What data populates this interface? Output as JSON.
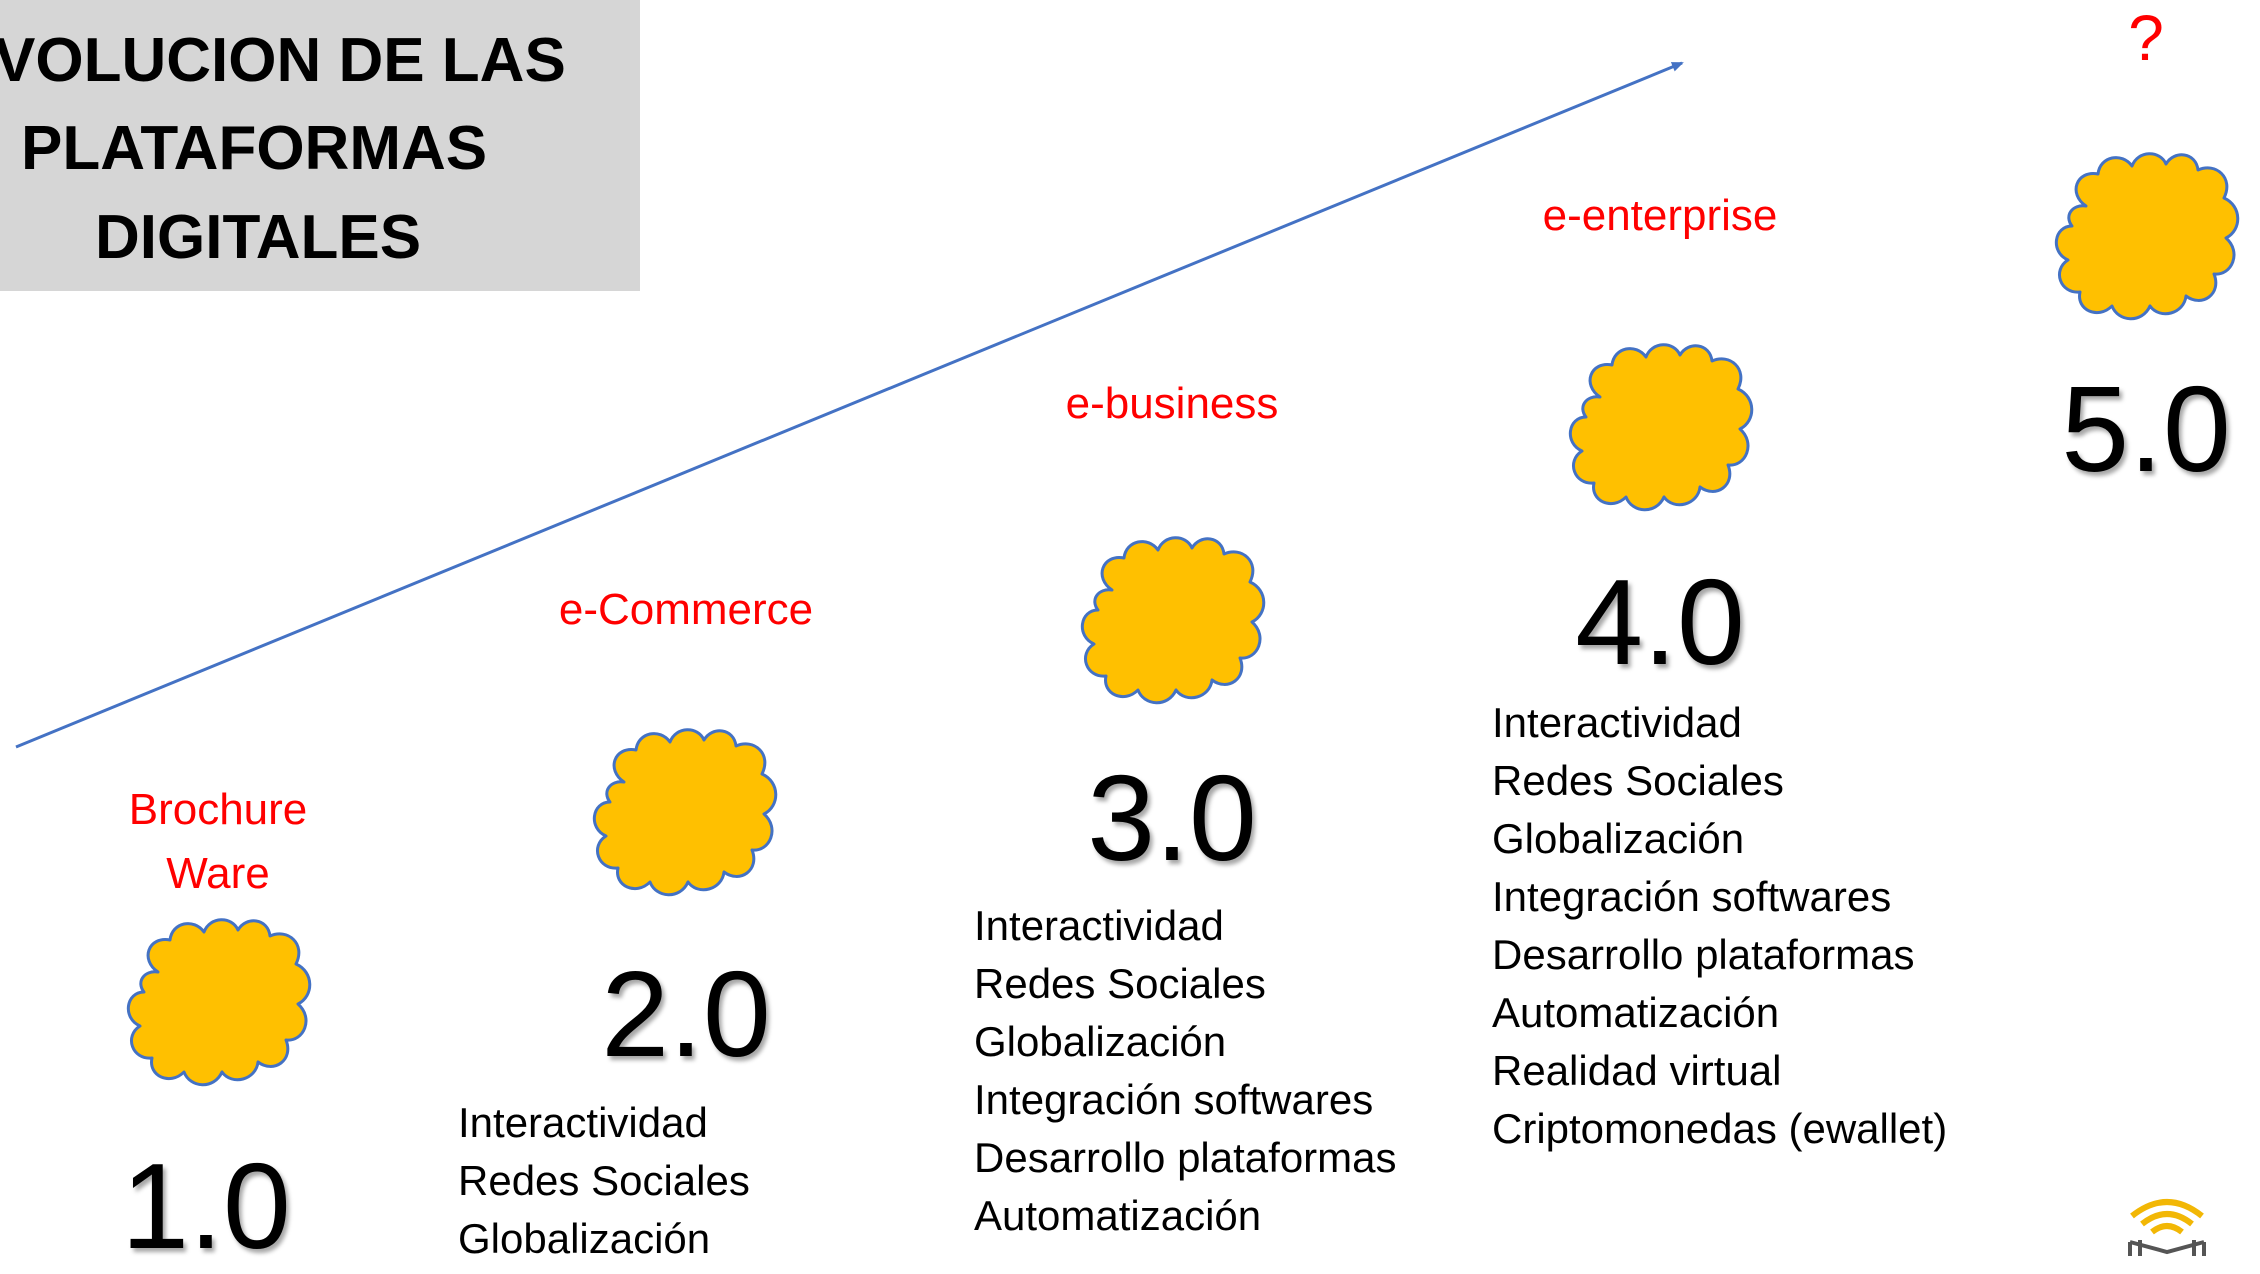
{
  "title": {
    "lines": [
      "VOLUCION DE LAS",
      "PLATAFORMAS",
      "DIGITALES"
    ]
  },
  "colors": {
    "stage_label": "#ff0000",
    "cloud_fill": "#ffc000",
    "cloud_stroke": "#4472c4",
    "arrow": "#4472c4",
    "title_bg": "#d6d6d6"
  },
  "stages": [
    {
      "version": "1.0",
      "label_lines": [
        "Brochure",
        "Ware"
      ],
      "features": []
    },
    {
      "version": "2.0",
      "label_lines": [
        "e-Commerce"
      ],
      "features": [
        "Interactividad",
        "Redes Sociales",
        "Globalización"
      ]
    },
    {
      "version": "3.0",
      "label_lines": [
        "e-business"
      ],
      "features": [
        "Interactividad",
        "Redes Sociales",
        "Globalización",
        "Integración softwares",
        "Desarrollo plataformas",
        "Automatización"
      ]
    },
    {
      "version": "4.0",
      "label_lines": [
        "e-enterprise"
      ],
      "features": [
        "Interactividad",
        "Redes Sociales",
        "Globalización",
        "Integración softwares",
        "Desarrollo plataformas",
        "Automatización",
        "Realidad virtual",
        "Criptomonedas (ewallet)"
      ]
    },
    {
      "version": "5.0",
      "label_lines": [
        "?"
      ],
      "features": []
    }
  ],
  "icons": {
    "cloud": "cloud-icon",
    "logo": "book-wifi-logo-icon"
  }
}
